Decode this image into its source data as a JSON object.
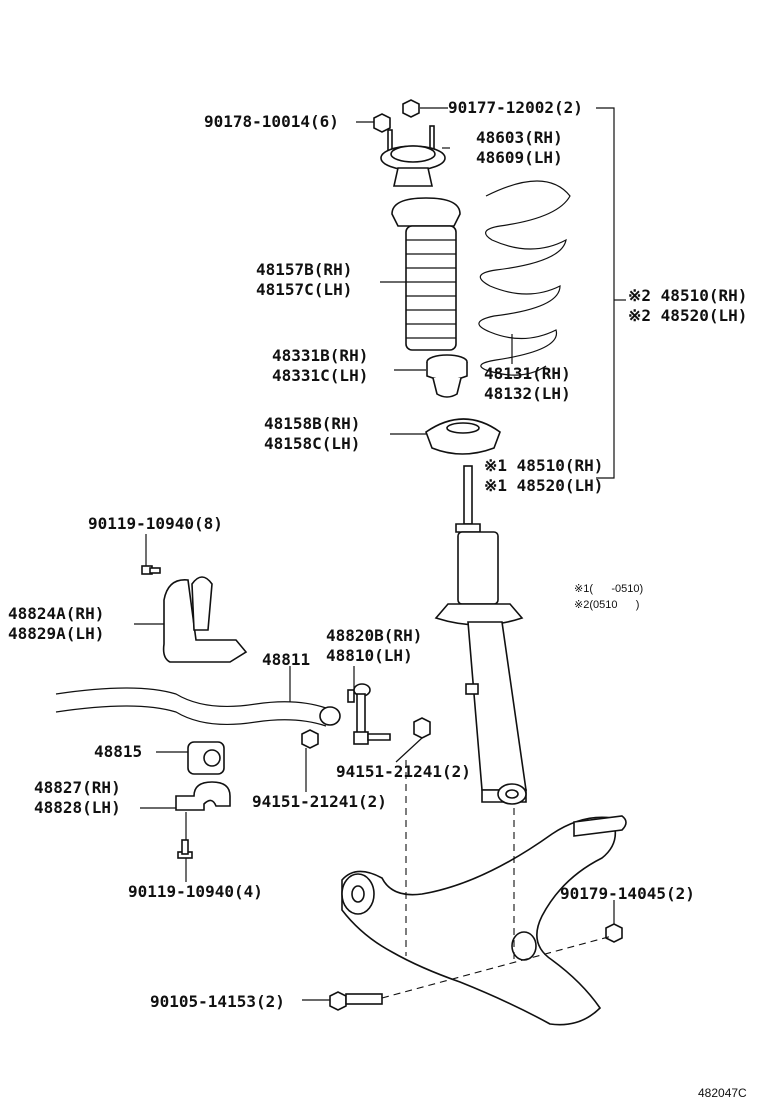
{
  "labels": {
    "nut_top_left": "90178-10014(6)",
    "nut_top_right": "90177-12002(2)",
    "support_rh": "48603(RH)",
    "support_lh": "48609(LH)",
    "boot_rh": "48157B(RH)",
    "boot_lh": "48157C(LH)",
    "spring_rh": "48131(RH)",
    "spring_lh": "48132(LH)",
    "bumper_rh": "48331B(RH)",
    "bumper_lh": "48331C(LH)",
    "seat_rh": "48158B(RH)",
    "seat_lh": "48158C(LH)",
    "assy2_rh": "※2 48510(RH)",
    "assy2_lh": "※2 48520(LH)",
    "absorber1_rh": "※1 48510(RH)",
    "absorber1_lh": "※1 48520(LH)",
    "bolt_bracket_top": "90119-10940(8)",
    "bracket_rh": "48824A(RH)",
    "bracket_lh": "48829A(LH)",
    "stabilizer_bar": "48811",
    "link_rh": "48820B(RH)",
    "link_lh": "48810(LH)",
    "bushing": "48815",
    "nut_link_right": "94151-21241(2)",
    "nut_link_left": "94151-21241(2)",
    "clamp_rh": "48827(RH)",
    "clamp_lh": "48828(LH)",
    "bolt_bracket_bottom": "90119-10940(4)",
    "nut_arm": "90179-14045(2)",
    "bolt_arm": "90105-14153(2)"
  },
  "notes": {
    "note1": "※1(      -0510)",
    "note2": "※2(0510      )"
  },
  "diagram_code": "482047C"
}
